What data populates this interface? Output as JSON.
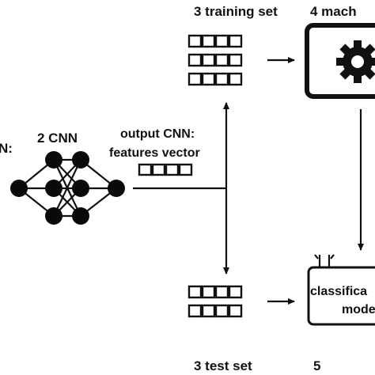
{
  "labels": {
    "training_set": "3  training set",
    "machine": "4  mach",
    "cnn_input_fragment": "N:",
    "cnn": "2  CNN",
    "output_cnn_line1": "output CNN:",
    "output_cnn_line2": "features vector",
    "test_set": "3  test set",
    "model_number": "5",
    "classification_line1": "classifica",
    "classification_line2": "mode"
  },
  "icons": {
    "gear": "gear-icon"
  }
}
